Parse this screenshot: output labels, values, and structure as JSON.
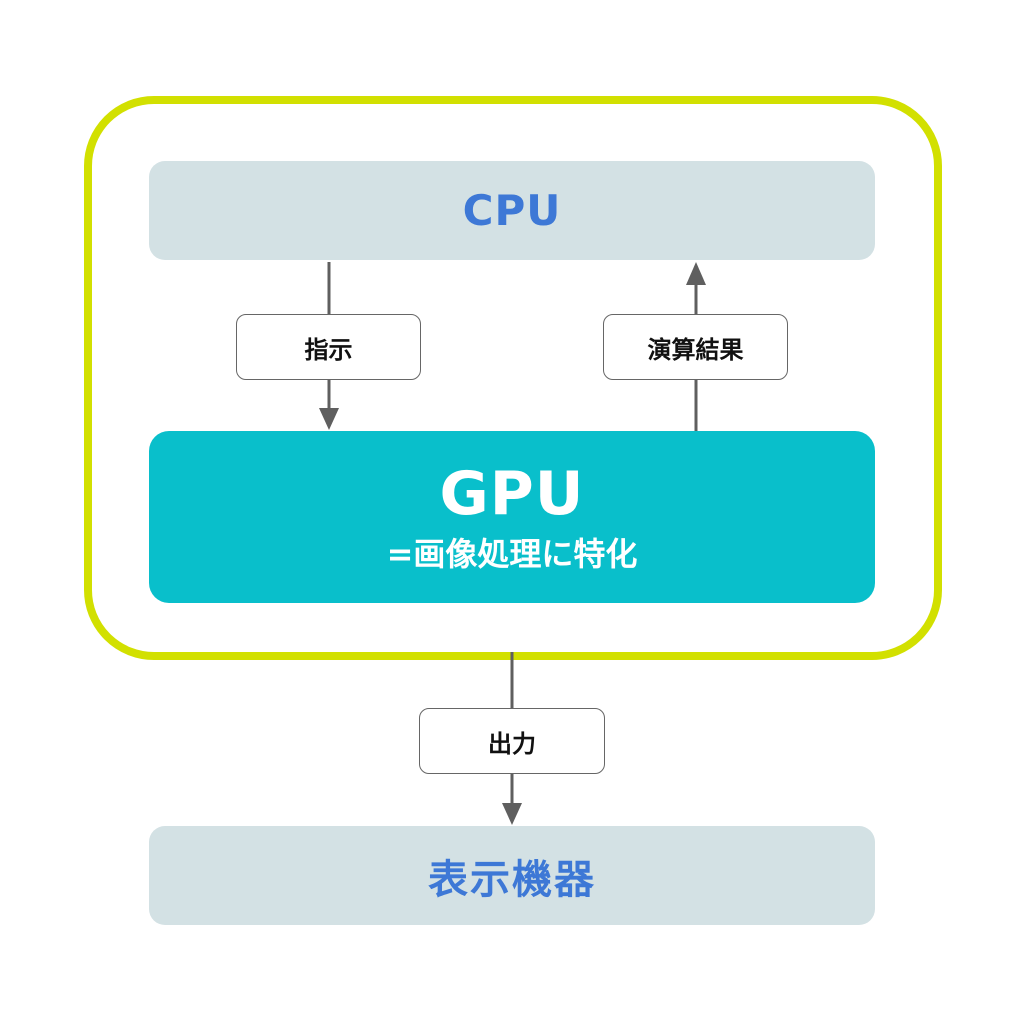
{
  "cpu": {
    "label": "CPU"
  },
  "gpu": {
    "label": "GPU",
    "sublabel": "=画像処理に特化"
  },
  "display": {
    "label": "表示機器"
  },
  "edges": {
    "instruction": "指示",
    "result": "演算結果",
    "output": "出力"
  },
  "colors": {
    "frame": "#d2e000",
    "light_box": "#d3e1e4",
    "gpu_box": "#09bfcb",
    "blue_text": "#3d78d6",
    "arrow": "#5f5f5f"
  }
}
